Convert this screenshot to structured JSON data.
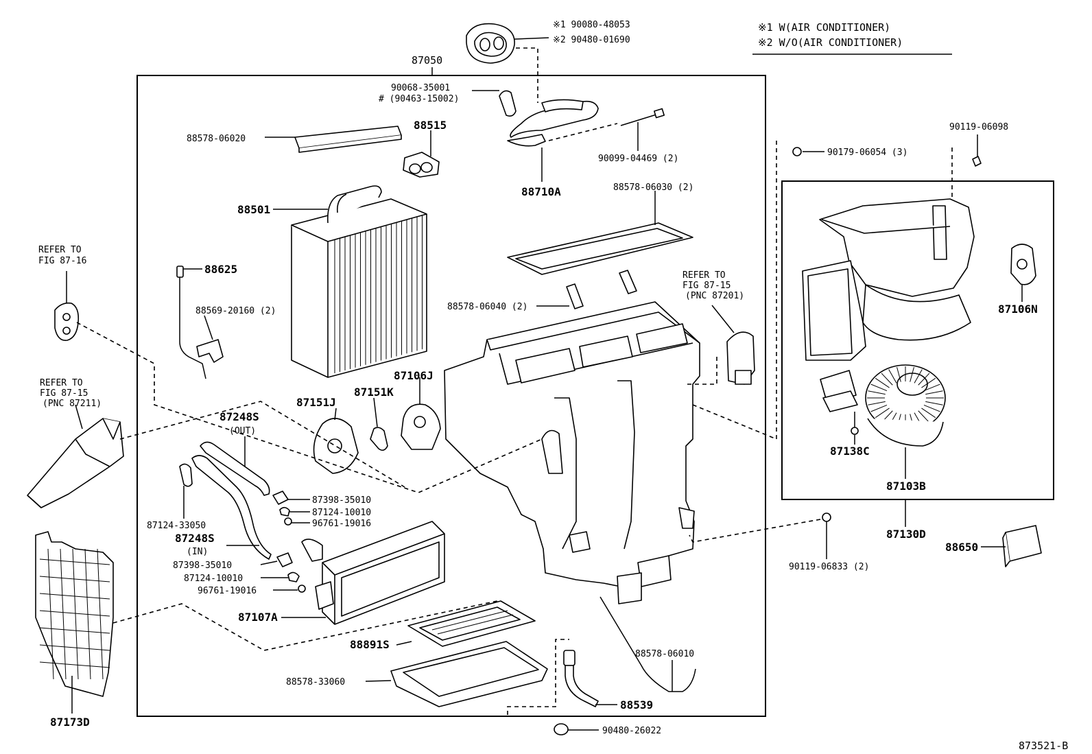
{
  "legend": {
    "line1": "※1 W(AIR CONDITIONER)",
    "line2": "※2 W/O(AIR CONDITIONER)"
  },
  "figure_code": "873521-B",
  "labels": {
    "p87050": "87050",
    "p90080": "※1  90080-48053",
    "p90480a": "※2  90480-01690",
    "p90068": "90068-35001",
    "p90463": "# (90463-15002)",
    "p88578_06020": "88578-06020",
    "p88515": "88515",
    "p90099": "90099-04469 (2)",
    "p88710A": "88710A",
    "p88501": "88501",
    "p88578_06030": "88578-06030 (2)",
    "p88625": "88625",
    "p88569": "88569-20160 (2)",
    "p88578_06040": "88578-06040 (2)",
    "ref16_1": "REFER TO",
    "ref16_2": "FIG 87-16",
    "ref15a_1": "REFER TO",
    "ref15a_2": "FIG 87-15",
    "ref15a_3": "(PNC 87211)",
    "ref15b_1": "REFER TO",
    "ref15b_2": "FIG 87-15",
    "ref15b_3": "(PNC 87201)",
    "p87106J": "87106J",
    "p87151K": "87151K",
    "p87151J": "87151J",
    "p87248S_out_1": "87248S",
    "p87248S_out_2": "(OUT)",
    "p87398a": "87398-35010",
    "p87124a": "87124-10010",
    "p96761a": "96761-19016",
    "p87124_33050": "87124-33050",
    "p87248S_in_1": "87248S",
    "p87248S_in_2": "(IN)",
    "p87398b": "87398-35010",
    "p87124b": "87124-10010",
    "p96761b": "96761-19016",
    "p87107A": "87107A",
    "p88891S": "88891S",
    "p88578_33060": "88578-33060",
    "p88539": "88539",
    "p90480_26022": "90480-26022",
    "p88578_06010": "88578-06010",
    "p87173D": "87173D",
    "p90119_06098": "90119-06098",
    "p90179": "90179-06054 (3)",
    "p87106N": "87106N",
    "p87138C": "87138C",
    "p87103B": "87103B",
    "p87130D": "87130D",
    "p90119_06833": "90119-06833 (2)",
    "p88650": "88650"
  }
}
